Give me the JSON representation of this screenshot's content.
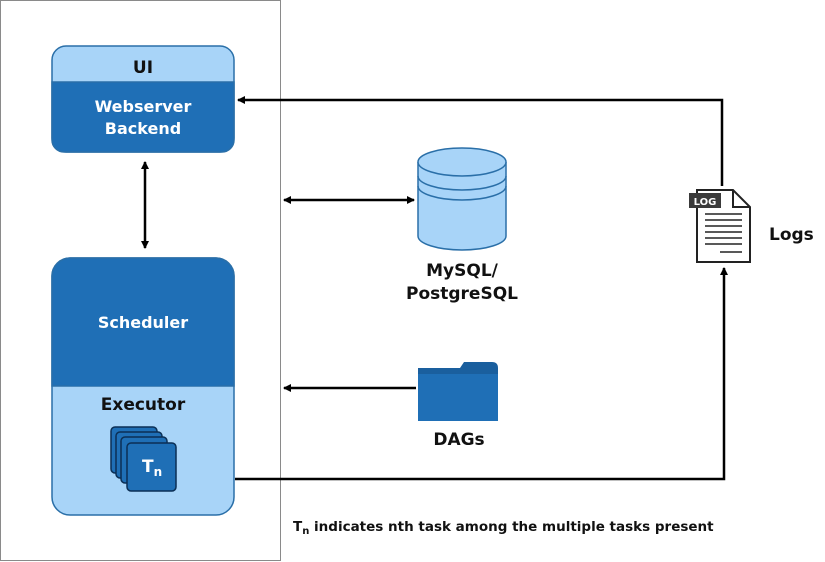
{
  "colors": {
    "light_blue": "#a8d4f8",
    "dark_blue": "#1f6fb6",
    "border_blue": "#2a6fa8",
    "panel_border": "#8a8a8a",
    "arrow": "#000000"
  },
  "ui": {
    "label": "UI",
    "webserver_line1": "Webserver",
    "webserver_line2": "Backend"
  },
  "scheduler": {
    "label": "Scheduler"
  },
  "executor": {
    "label": "Executor",
    "task_main": "T",
    "task_sub": "n",
    "stack_icon": "task-stack-icon"
  },
  "database": {
    "icon": "database-icon",
    "line1": "MySQL/",
    "line2": "PostgreSQL"
  },
  "dags": {
    "icon": "folder-icon",
    "label": "DAGs"
  },
  "logs": {
    "icon": "log-file-icon",
    "badge": "LOG",
    "label": "Logs"
  },
  "footnote": {
    "main": "T",
    "sub": "n",
    "rest": " indicates nth task among the multiple tasks present"
  }
}
